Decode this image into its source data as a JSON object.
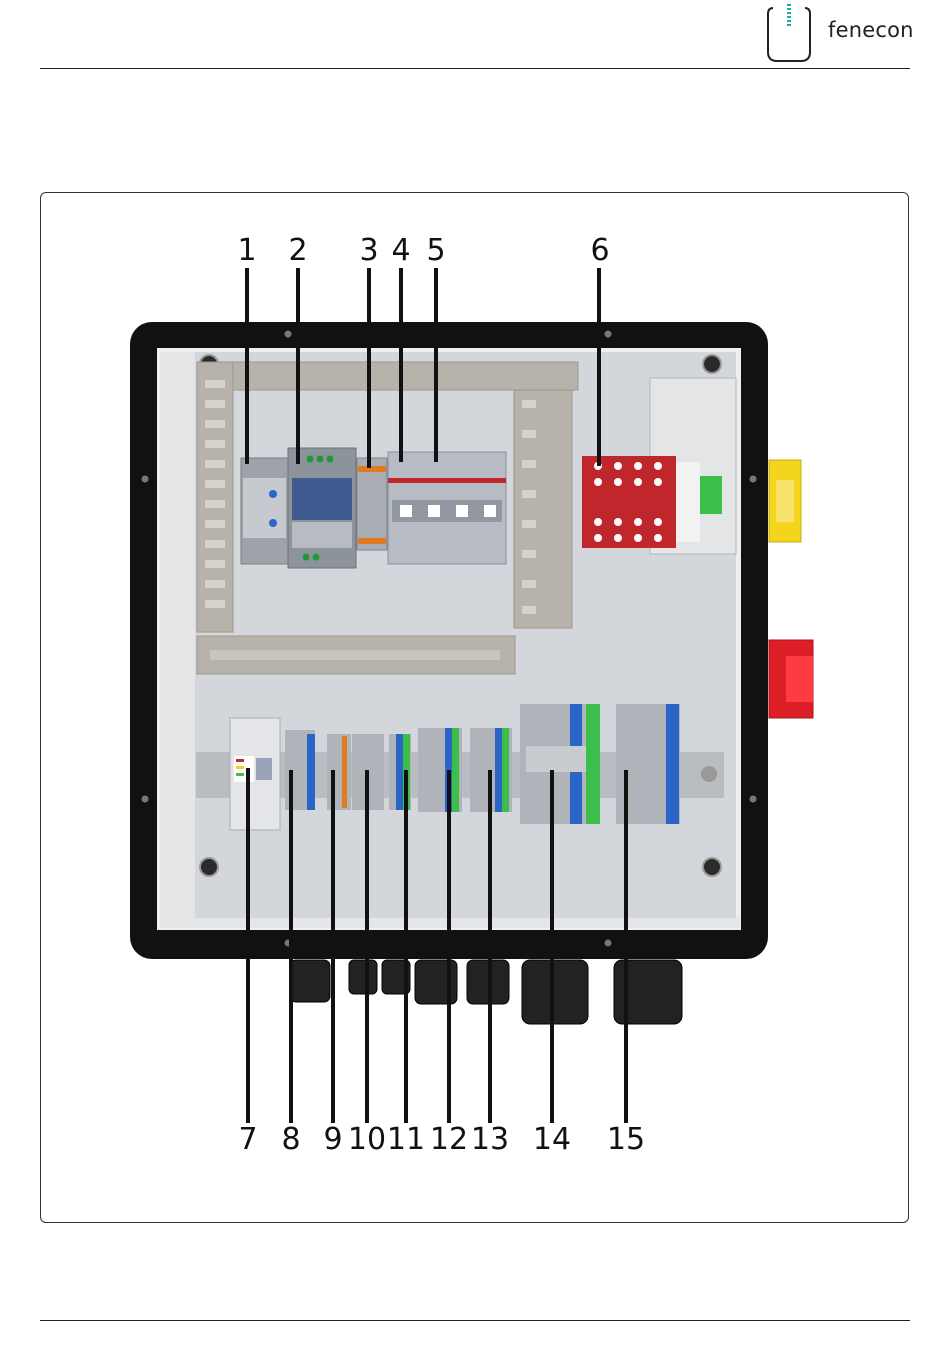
{
  "brand": {
    "name": "fenecon",
    "logo_icon": "battery-logo-icon"
  },
  "figure": {
    "callouts_top": [
      "1",
      "2",
      "3",
      "4",
      "5",
      "6"
    ],
    "callouts_bottom": [
      "7",
      "8",
      "9",
      "10",
      "11",
      "12",
      "13",
      "14",
      "15"
    ],
    "colors": {
      "enclosure_border": "#111111",
      "backplate": "#d3d6db",
      "breaker_red": "#c0272d",
      "terminal_blue": "#2a64c4",
      "terminal_green": "#3cbf4a",
      "switch_yellow": "#f2d51c",
      "switch_red": "#dc1f26",
      "accent_teal": "#1aa9b5"
    }
  }
}
